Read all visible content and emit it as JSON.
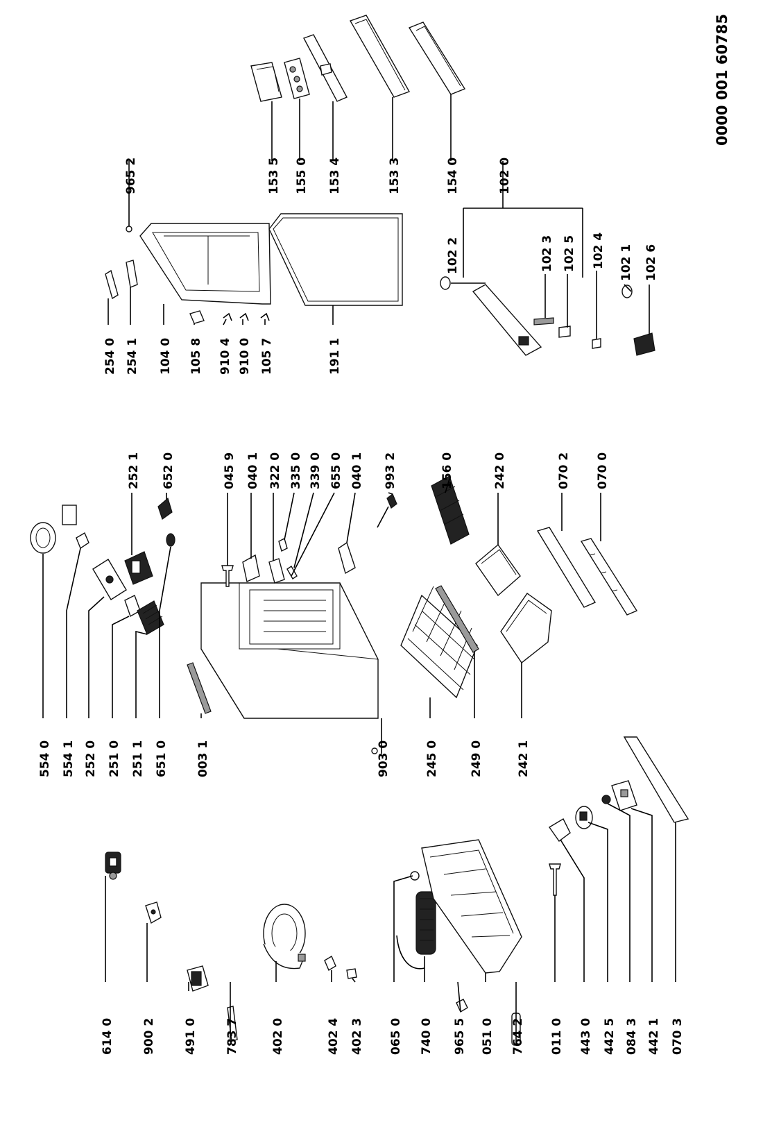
{
  "document_id": "0000 001 60785",
  "part_labels": [
    "614 0",
    "900 2",
    "491 0",
    "783 7",
    "402 0",
    "402 4",
    "402 3",
    "065 0",
    "740 0",
    "965 5",
    "051 0",
    "764 2",
    "011 0",
    "443 0",
    "442 5",
    "084 3",
    "442 1",
    "070 3",
    "554 0",
    "554 1",
    "252 0",
    "251 0",
    "251 1",
    "651 0",
    "003 1",
    "903 0",
    "245 0",
    "249 0",
    "242 1",
    "252 1",
    "652 0",
    "045 9",
    "040 1",
    "322 0",
    "335 0",
    "339 0",
    "655 0",
    "040 1",
    "993 2",
    "156 0",
    "242 0",
    "070 2",
    "070 0",
    "254 0",
    "254 1",
    "104 0",
    "105 8",
    "910 4",
    "910 0",
    "105 7",
    "191 1",
    "965 2",
    "153 5",
    "155 0",
    "153 4",
    "153 3",
    "154 0",
    "102 0",
    "102 2",
    "102 3",
    "102 5",
    "102 4",
    "102 1",
    "102 6"
  ]
}
